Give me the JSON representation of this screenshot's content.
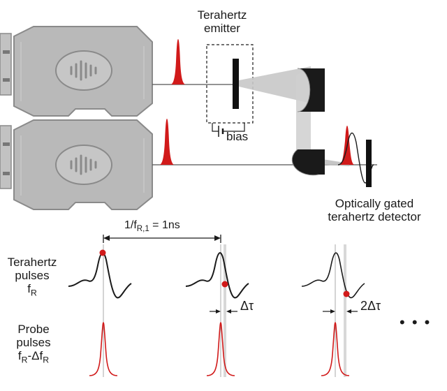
{
  "labels": {
    "emitter_line1": "Terahertz",
    "emitter_line2": "emitter",
    "bias": "bias",
    "detector_line1": "Optically gated",
    "detector_line2": "terahertz detector",
    "period_prefix": "1/f",
    "period_sub": "R,1",
    "period_suffix": " = 1ns",
    "thz_line1": "Terahertz",
    "thz_line2": "pulses",
    "thz_f": "f",
    "thz_f_sub": "R",
    "probe_line1": "Probe",
    "probe_line2": "pulses",
    "probe_f1": "f",
    "probe_f1_sub": "R",
    "probe_dash": "-Δf",
    "probe_f2_sub": "R",
    "delta_1": "Δτ",
    "delta_2": "2Δτ",
    "ellipsis": "• • •"
  },
  "colors": {
    "laser_body": "#b9b9b9",
    "laser_edge": "#8a8a8a",
    "pulse_red": "#d11a1a",
    "beam_gray": "#c8c8c8",
    "ink": "#1a1a1a"
  },
  "icons": {
    "laser_1": "femtosecond-laser",
    "laser_2": "femtosecond-laser",
    "mirror": "parabolic-mirror"
  }
}
